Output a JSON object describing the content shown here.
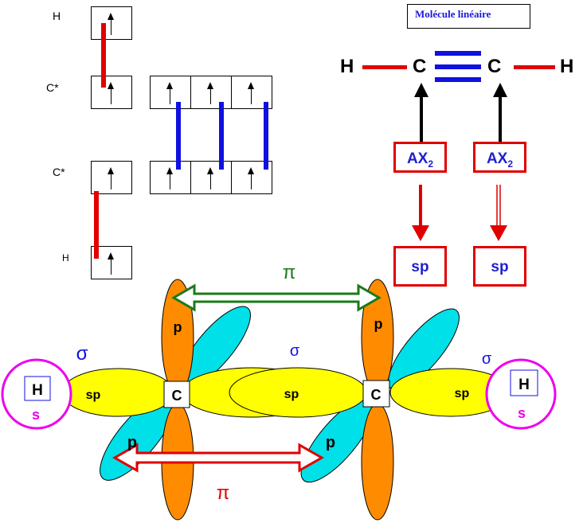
{
  "energy_diagram": {
    "levels": [
      {
        "atom": "H"
      },
      {
        "atom": "C*"
      },
      {
        "atom": "C*"
      },
      {
        "atom": "H"
      }
    ],
    "sigma_bond_color": "#e00000",
    "pi_bond_color": "#1010e0"
  },
  "structure": {
    "title": "Molécule linéaire",
    "atoms": [
      "H",
      "C",
      "C",
      "H"
    ],
    "vsepr": [
      "AX",
      "AX"
    ],
    "vsepr_subscript": "2",
    "hybrid": [
      "sp",
      "sp"
    ]
  },
  "orbitals": {
    "pi_top": "π",
    "pi_bottom": "π",
    "sigma_left": "σ",
    "sigma_center": "σ",
    "sigma_right": "σ",
    "sp_labels": [
      "sp",
      "sp",
      "sp"
    ],
    "p_labels": [
      "p",
      "p",
      "p",
      "p"
    ],
    "carbon": [
      "C",
      "C"
    ],
    "hydrogen": [
      "H",
      "H"
    ],
    "s_labels": [
      "s",
      "s"
    ],
    "colors": {
      "p_lobe": "#ff8c00",
      "p_tilted": "#00e0e8",
      "sp_lobe": "#ffff00",
      "s_circle": "#ee00ee",
      "pi_top": "#1a7a1a",
      "pi_bottom": "#e00000",
      "sigma": "#1010e0"
    }
  }
}
